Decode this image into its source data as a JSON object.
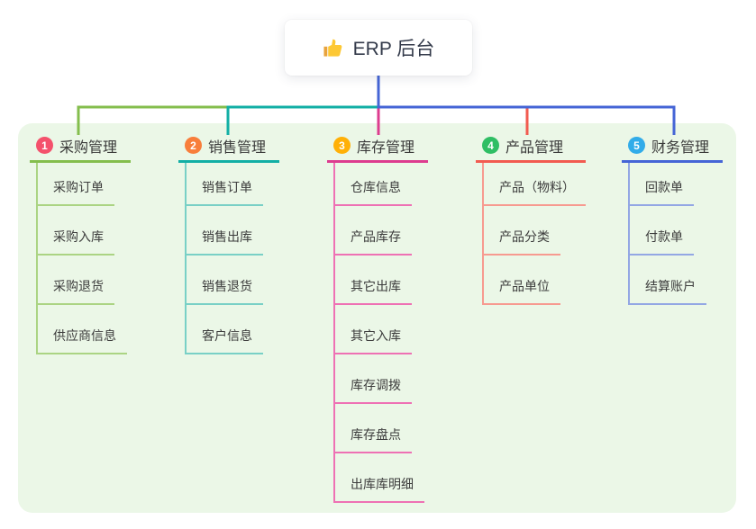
{
  "root": {
    "title": "ERP 后台",
    "icon": "thumbs-up-icon",
    "icon_glyph": "👍"
  },
  "colors": {
    "background": "#ffffff",
    "panel": "#ebf7e7",
    "trunk": "#4565d6",
    "root_text": "#333a4a",
    "title_text": "#3a3a3a",
    "child_text": "#3c3c3c",
    "thumb_yellow": "#fdc835"
  },
  "branches": [
    {
      "number": "1",
      "title": "采购管理",
      "badge_color": "#f4516c",
      "line_color": "#84be4d",
      "child_line_color": "#abd483",
      "children": [
        "采购订单",
        "采购入库",
        "采购退货",
        "供应商信息"
      ]
    },
    {
      "number": "2",
      "title": "销售管理",
      "badge_color": "#f87e3b",
      "line_color": "#12afa5",
      "child_line_color": "#79d0c6",
      "children": [
        "销售订单",
        "销售出库",
        "销售退货",
        "客户信息"
      ]
    },
    {
      "number": "3",
      "title": "库存管理",
      "badge_color": "#ffb007",
      "line_color": "#dd3c8f",
      "child_line_color": "#ee71b4",
      "children": [
        "仓库信息",
        "产品库存",
        "其它出库",
        "其它入库",
        "库存调拨",
        "库存盘点",
        "出库库明细"
      ]
    },
    {
      "number": "4",
      "title": "产品管理",
      "badge_color": "#2fbe64",
      "line_color": "#f25b50",
      "child_line_color": "#f79a90",
      "children": [
        "产品（物料）",
        "产品分类",
        "产品单位"
      ]
    },
    {
      "number": "5",
      "title": "财务管理",
      "badge_color": "#32ace9",
      "line_color": "#4565d6",
      "child_line_color": "#93a7e4",
      "children": [
        "回款单",
        "付款单",
        "结算账户"
      ]
    }
  ]
}
